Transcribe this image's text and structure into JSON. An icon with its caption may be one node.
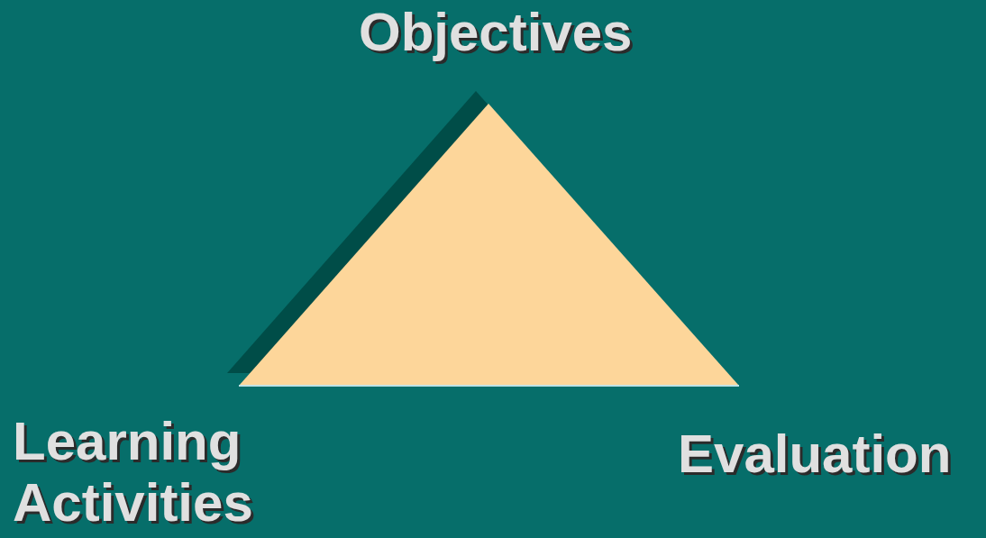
{
  "diagram": {
    "labels": [
      "Objectives",
      "Learning Activities",
      "Evaluation"
    ]
  }
}
